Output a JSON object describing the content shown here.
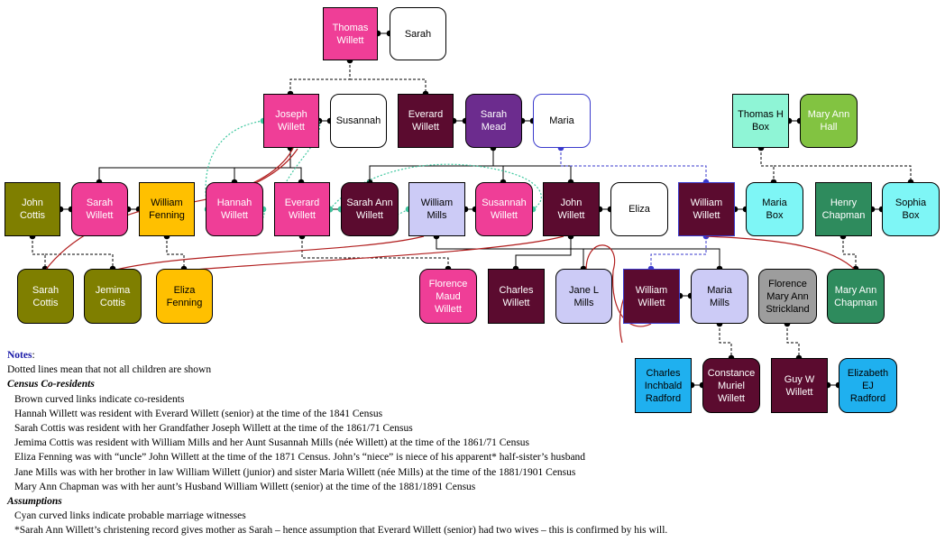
{
  "colors": {
    "pink": "#ef3e97",
    "maroon": "#5b0b2f",
    "purple": "#6c2c8e",
    "olive": "#7f7f00",
    "gold": "#ffc000",
    "lavender": "#cccbf6",
    "cyan": "#7ef6f6",
    "mint": "#8ff5d6",
    "green_light": "#82c341",
    "teal_green": "#2e8b5d",
    "grey": "#9d9d9d",
    "sky_blue": "#1fb0ef",
    "white": "#ffffff",
    "co_resident_link": "#b11e1e",
    "witness_link": "#40c8a0"
  },
  "people": {
    "thomas_willett": "Thomas\nWillett",
    "sarah": "Sarah",
    "joseph_willett": "Joseph\nWillett",
    "susannah": "Susannah",
    "everard_willett_senior": "Everard\nWillett",
    "sarah_mead": "Sarah\nMead",
    "maria": "Maria",
    "thomas_h_box": "Thomas H\nBox",
    "mary_ann_hall": "Mary Ann\nHall",
    "john_cottis": "John\nCottis",
    "sarah_willett": "Sarah\nWillett",
    "william_fenning": "William\nFenning",
    "hannah_willett": "Hannah\nWillett",
    "everard_willett_junior": "Everard\nWillett",
    "sarah_ann_willett": "Sarah Ann\nWillett",
    "william_mills": "William\nMills",
    "susannah_willett": "Susannah\nWillett",
    "john_willett": "John\nWillett",
    "eliza": "Eliza",
    "william_willett_senior": "William\nWillett",
    "maria_box": "Maria\nBox",
    "henry_chapman": "Henry\nChapman",
    "sophia_box": "Sophia\nBox",
    "sarah_cottis": "Sarah\nCottis",
    "jemima_cottis": "Jemima\nCottis",
    "eliza_fenning": "Eliza\nFenning",
    "florence_maud_willett": "Florence\nMaud\nWillett",
    "charles_willett": "Charles\nWillett",
    "jane_l_mills": "Jane L\nMills",
    "william_willett_junior": "William\nWillett",
    "maria_mills": "Maria\nMills",
    "florence_mary_ann_strickland": "Florence\nMary Ann\nStrickland",
    "mary_ann_chapman": "Mary Ann\nChapman",
    "charles_inchbald_radford": "Charles\nInchbald\nRadford",
    "constance_muriel_willett": "Constance\nMuriel\nWillett",
    "guy_w_willett": "Guy W\nWillett",
    "elizabeth_ej_radford": "Elizabeth\nEJ\nRadford"
  },
  "notes": {
    "title": "Notes",
    "dotted": "Dotted lines mean that not all children are shown",
    "census_heading": "Census Co-residents",
    "census_lines": [
      "Brown curved links indicate co-residents",
      "Hannah Willett was resident with Everard Willett  (senior)  at the time of the 1841 Census",
      "Sarah Cottis was resident with her Grandfather Joseph Willett  at the time of the 1861/71 Census",
      "Jemima Cottis was resident with William  Mills  and her Aunt Susannah Mills (née Willett)  at the time of the 1861/71 Census",
      "Eliza Fenning was with “uncle” John Willett  at the time of the 1871 Census.  John’s “niece” is niece of his apparent* half-sister’s husband",
      "Jane Mills was with her brother in law William  Willett (junior)  and sister Maria Willett (née Mills)  at the time of the 1881/1901 Census",
      "Mary Ann Chapman was with her aunt’s Husband William  Willett  (senior)  at the time of the 1881/1891 Census"
    ],
    "assumptions_heading": "Assumptions",
    "assumption_lines": [
      "Cyan curved links indicate probable marriage witnesses",
      "*Sarah Ann Willett’s  christening record gives mother as Sarah – hence assumption that Everard Willett (senior)  had two wives – this  is confirmed by his will."
    ]
  }
}
